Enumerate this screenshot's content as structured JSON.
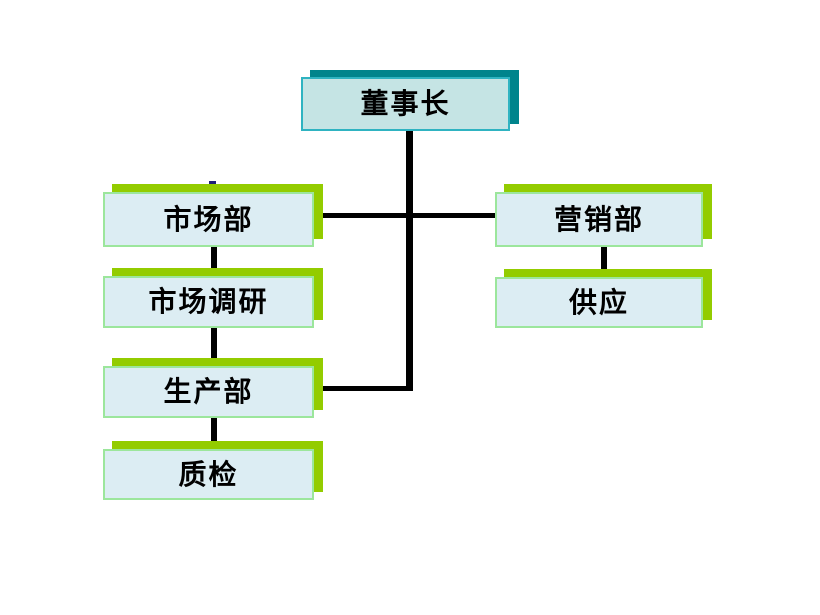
{
  "diagram": {
    "type": "org-chart",
    "background": "#ffffff",
    "nodes": [
      {
        "id": "chairman",
        "label": "董事长",
        "style": "teal"
      },
      {
        "id": "marketing-dept",
        "label": "市场部",
        "style": "green"
      },
      {
        "id": "sales-dept",
        "label": "营销部",
        "style": "green"
      },
      {
        "id": "market-research",
        "label": "市场调研",
        "style": "green"
      },
      {
        "id": "supply",
        "label": "供应",
        "style": "green"
      },
      {
        "id": "production-dept",
        "label": "生产部",
        "style": "green"
      },
      {
        "id": "quality-inspection",
        "label": "质检",
        "style": "green"
      }
    ],
    "edges": [
      {
        "from": "chairman",
        "to": "marketing-dept"
      },
      {
        "from": "chairman",
        "to": "sales-dept"
      },
      {
        "from": "chairman",
        "to": "production-dept"
      },
      {
        "from": "marketing-dept",
        "to": "market-research"
      },
      {
        "from": "market-research",
        "to": "production-dept"
      },
      {
        "from": "production-dept",
        "to": "quality-inspection"
      },
      {
        "from": "sales-dept",
        "to": "supply"
      }
    ],
    "colors": {
      "teal_shadow": "#00848c",
      "teal_border": "#2fb3c1",
      "teal_fill": "#c5e4e4",
      "green_shadow": "#93cc00",
      "green_border": "#9ce69c",
      "green_fill": "#dcedf3",
      "connector": "#000000",
      "stray_dash": "#1f1f78",
      "text": "#000000"
    }
  }
}
